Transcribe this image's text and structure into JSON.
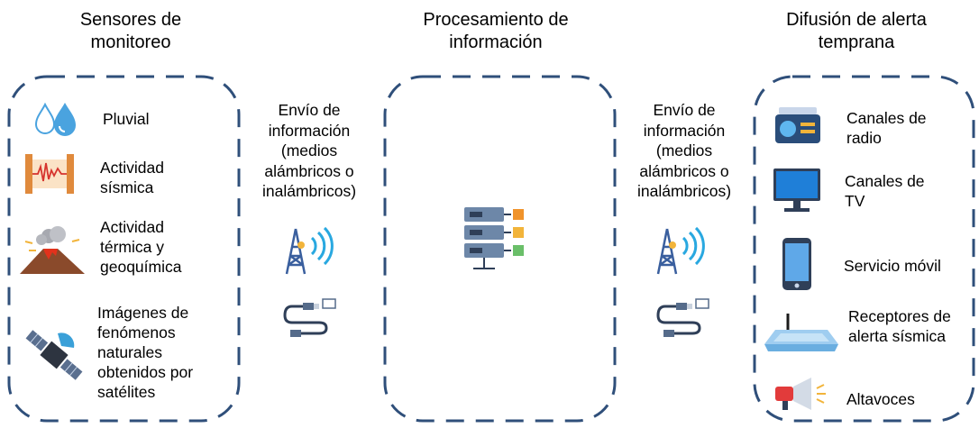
{
  "columns": {
    "sensors": {
      "title": "Sensores de\nmonitoreo",
      "items": [
        {
          "label": "Pluvial",
          "icon": "water-drops-icon"
        },
        {
          "label": "Actividad\nsísmica",
          "icon": "seismograph-icon"
        },
        {
          "label": "Actividad\ntérmica y\ngeoquímica",
          "icon": "volcano-icon"
        },
        {
          "label": "Imágenes de\nfenómenos\nnaturales\nobtenidos por\nsatélites",
          "icon": "satellite-icon"
        }
      ]
    },
    "processing": {
      "title": "Procesamiento de\ninformación",
      "icon": "server-network-icon"
    },
    "alerts": {
      "title": "Difusión de alerta\ntemprana",
      "items": [
        {
          "label": "Canales de\nradio",
          "icon": "radio-icon"
        },
        {
          "label": "Canales de\nTV",
          "icon": "tv-icon"
        },
        {
          "label": "Servicio móvil",
          "icon": "mobile-phone-icon"
        },
        {
          "label": "Receptores de\nalerta sísmica",
          "icon": "alert-receiver-icon"
        },
        {
          "label": "Altavoces",
          "icon": "megaphone-icon"
        }
      ]
    }
  },
  "transmission": {
    "label": "Envío de\ninformación\n(medios\nalámbricos o\ninalámbricos)",
    "icons": [
      "antenna-tower-icon",
      "usb-cable-icon"
    ]
  },
  "colors": {
    "dash_border": "#2f4f7a",
    "water": "#4aa3df",
    "antenna": "#3a5f9e",
    "wifi": "#29a8e0",
    "server": "#6d87a8",
    "screen": "#1f7fd8"
  }
}
